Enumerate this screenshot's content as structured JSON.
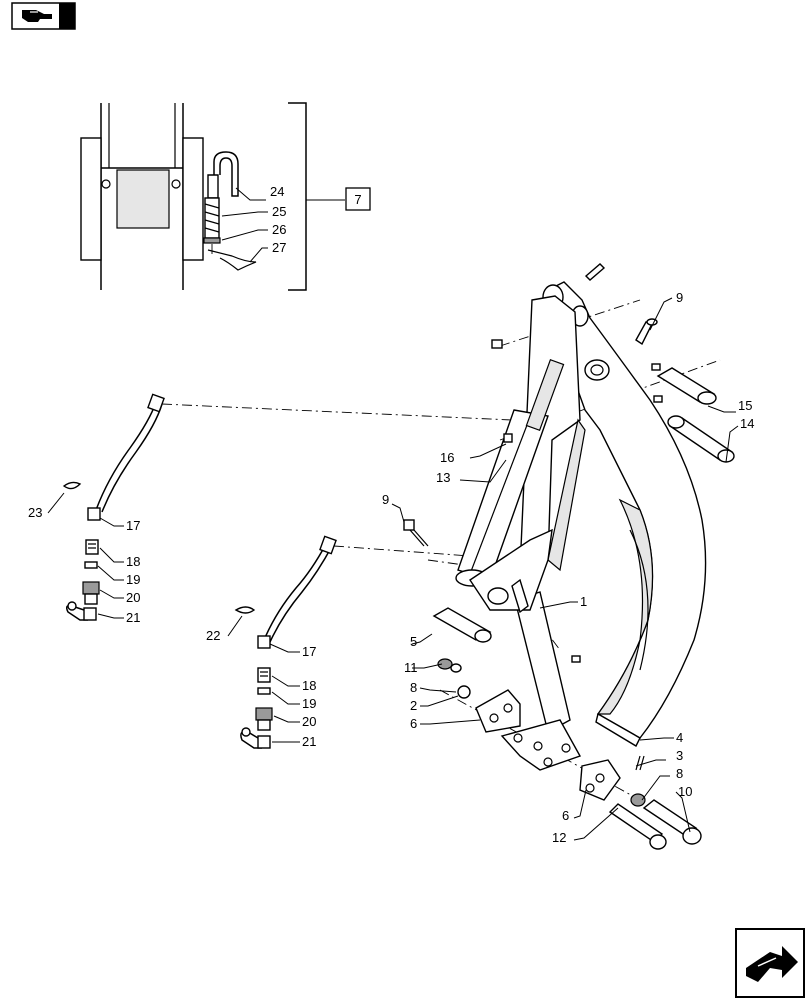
{
  "nav": {
    "prev_icon": "hand-pointing-back-icon",
    "next_icon": "hand-pointing-forward-icon"
  },
  "detail": {
    "reference": "7",
    "callouts": [
      "24",
      "25",
      "26",
      "27"
    ]
  },
  "callouts": {
    "c1": "1",
    "c2": "2",
    "c3": "3",
    "c4": "4",
    "c5": "5",
    "c6a": "6",
    "c6b": "6",
    "c8a": "8",
    "c8b": "8",
    "c9a": "9",
    "c9b": "9",
    "c10": "10",
    "c11": "11",
    "c12": "12",
    "c13": "13",
    "c14": "14",
    "c15": "15",
    "c16": "16",
    "c17a": "17",
    "c17b": "17",
    "c18a": "18",
    "c18b": "18",
    "c19a": "19",
    "c19b": "19",
    "c20a": "20",
    "c20b": "20",
    "c21a": "21",
    "c21b": "21",
    "c22": "22",
    "c23": "23"
  }
}
